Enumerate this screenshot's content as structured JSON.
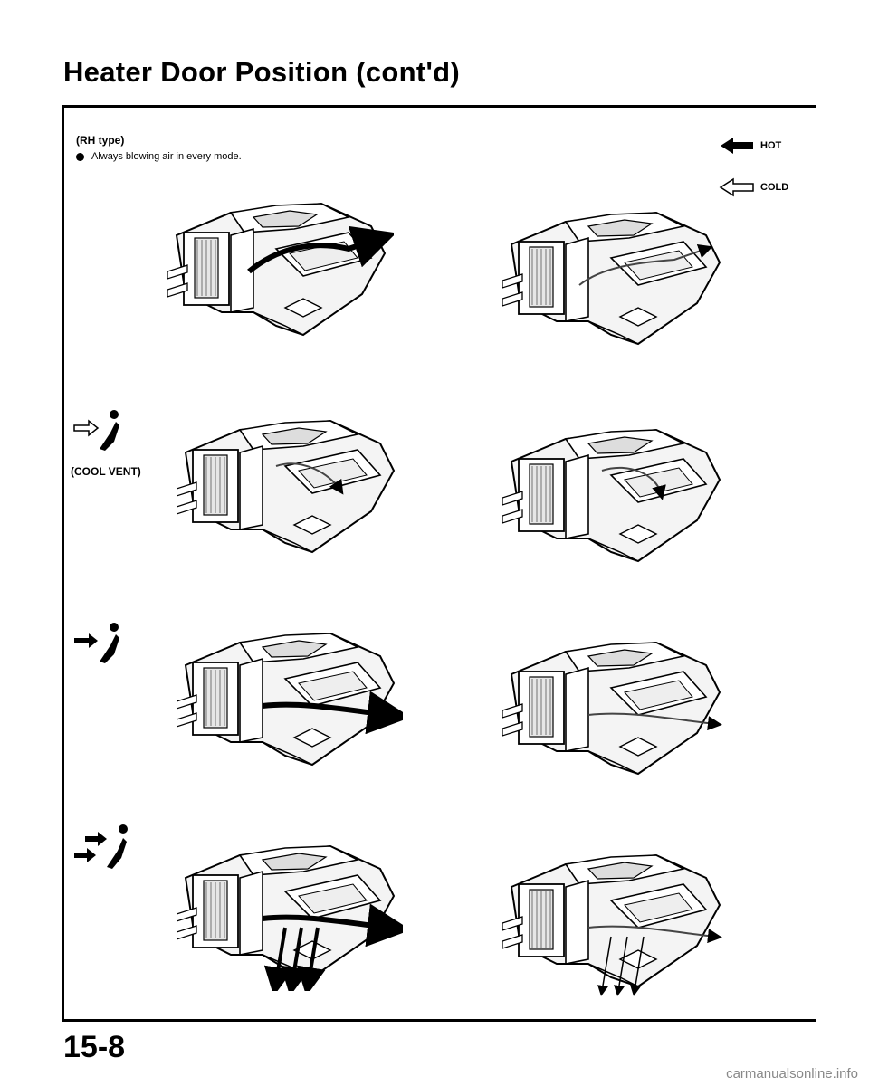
{
  "header": {
    "title": "Heater Door Position (cont'd)"
  },
  "section": {
    "type_label": "(RH type)",
    "note": "Always blowing air in every mode."
  },
  "legend": {
    "hot": {
      "label": "HOT",
      "icon": "solid-arrow-left-icon"
    },
    "cold": {
      "label": "COLD",
      "icon": "outline-arrow-left-icon"
    }
  },
  "modes": [
    {
      "icon": "vent-cool-icon",
      "label": "(COOL VENT)"
    },
    {
      "icon": "vent-icon",
      "label": ""
    },
    {
      "icon": "bilevel-icon",
      "label": ""
    }
  ],
  "figures": [
    {
      "name": "heater-unit-top-left"
    },
    {
      "name": "heater-unit-top-right"
    },
    {
      "name": "heater-unit-coolvent-left"
    },
    {
      "name": "heater-unit-coolvent-right"
    },
    {
      "name": "heater-unit-vent-left"
    },
    {
      "name": "heater-unit-vent-right"
    },
    {
      "name": "heater-unit-bilevel-left"
    },
    {
      "name": "heater-unit-bilevel-right"
    }
  ],
  "footer": {
    "page_number": "15-8",
    "watermark": "carmanualsonline.info"
  }
}
